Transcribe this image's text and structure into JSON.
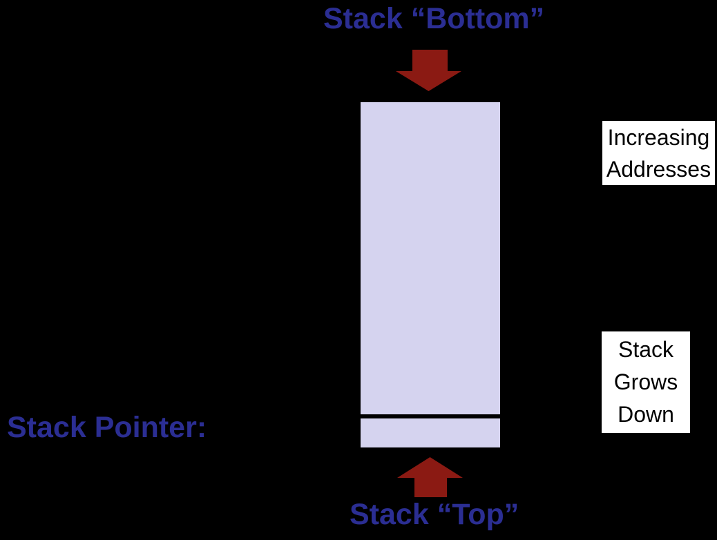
{
  "colors": {
    "background": "#000000",
    "title_blue": "#2B2E93",
    "arrow_red": "#8B1A13",
    "stack_fill": "#D5D3EF",
    "label_box_bg": "#FFFFFF",
    "label_text": "#000000",
    "divider": "#000000"
  },
  "labels": {
    "stack_bottom": "Stack “Bottom”",
    "stack_top": "Stack “Top”",
    "stack_pointer": "Stack Pointer:",
    "increasing_addresses": [
      "Increasing",
      "Addresses"
    ],
    "stack_grows_down": [
      "Stack",
      "Grows",
      "Down"
    ]
  },
  "icons": {
    "stack_bottom_arrow": "down-arrow",
    "stack_top_arrow": "up-arrow"
  },
  "diagram": {
    "type": "memory-stack-layout",
    "description": "Stack memory diagram: stack bottom at high (increasing) addresses, stack grows down, stack pointer marks stack top slot at the low end"
  }
}
